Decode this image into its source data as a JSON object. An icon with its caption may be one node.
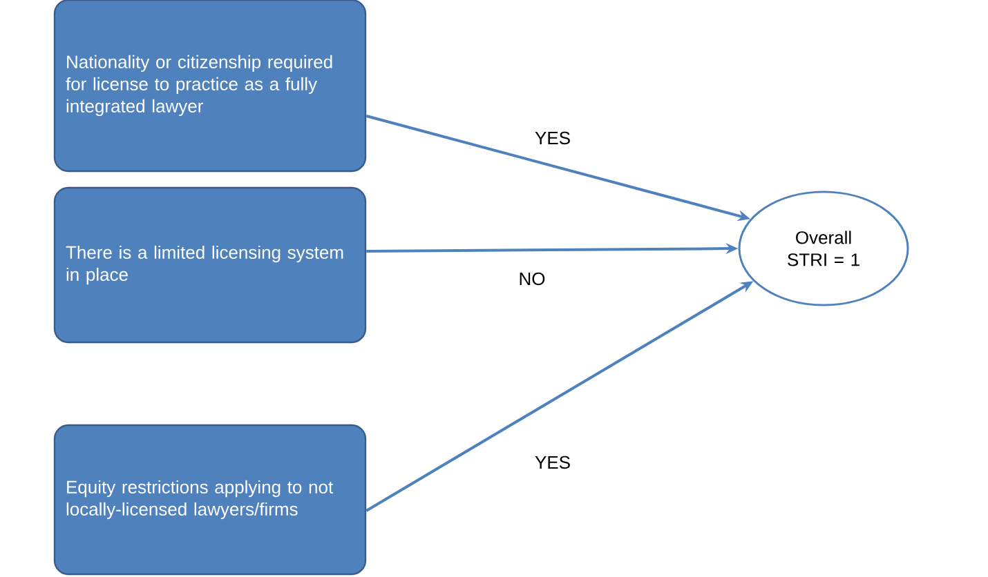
{
  "diagram": {
    "nodes": [
      {
        "text": [
          "Nationality or citizenship required for license to practice as a fully integrated lawyer"
        ]
      },
      {
        "text": [
          "There is a limited licensing system in place"
        ]
      },
      {
        "text": [
          "Equity restrictions applying to not locally-licensed lawyers/firms"
        ]
      },
      {
        "text": [
          "Overall STRI = 1"
        ]
      }
    ],
    "edges": [
      {
        "from": 0,
        "to": 3,
        "arrow": "to",
        "label": "YES"
      },
      {
        "from": 1,
        "to": 3,
        "arrow": "to",
        "label": "NO"
      },
      {
        "from": 2,
        "to": 3,
        "arrow": "to",
        "label": "YES"
      }
    ]
  }
}
